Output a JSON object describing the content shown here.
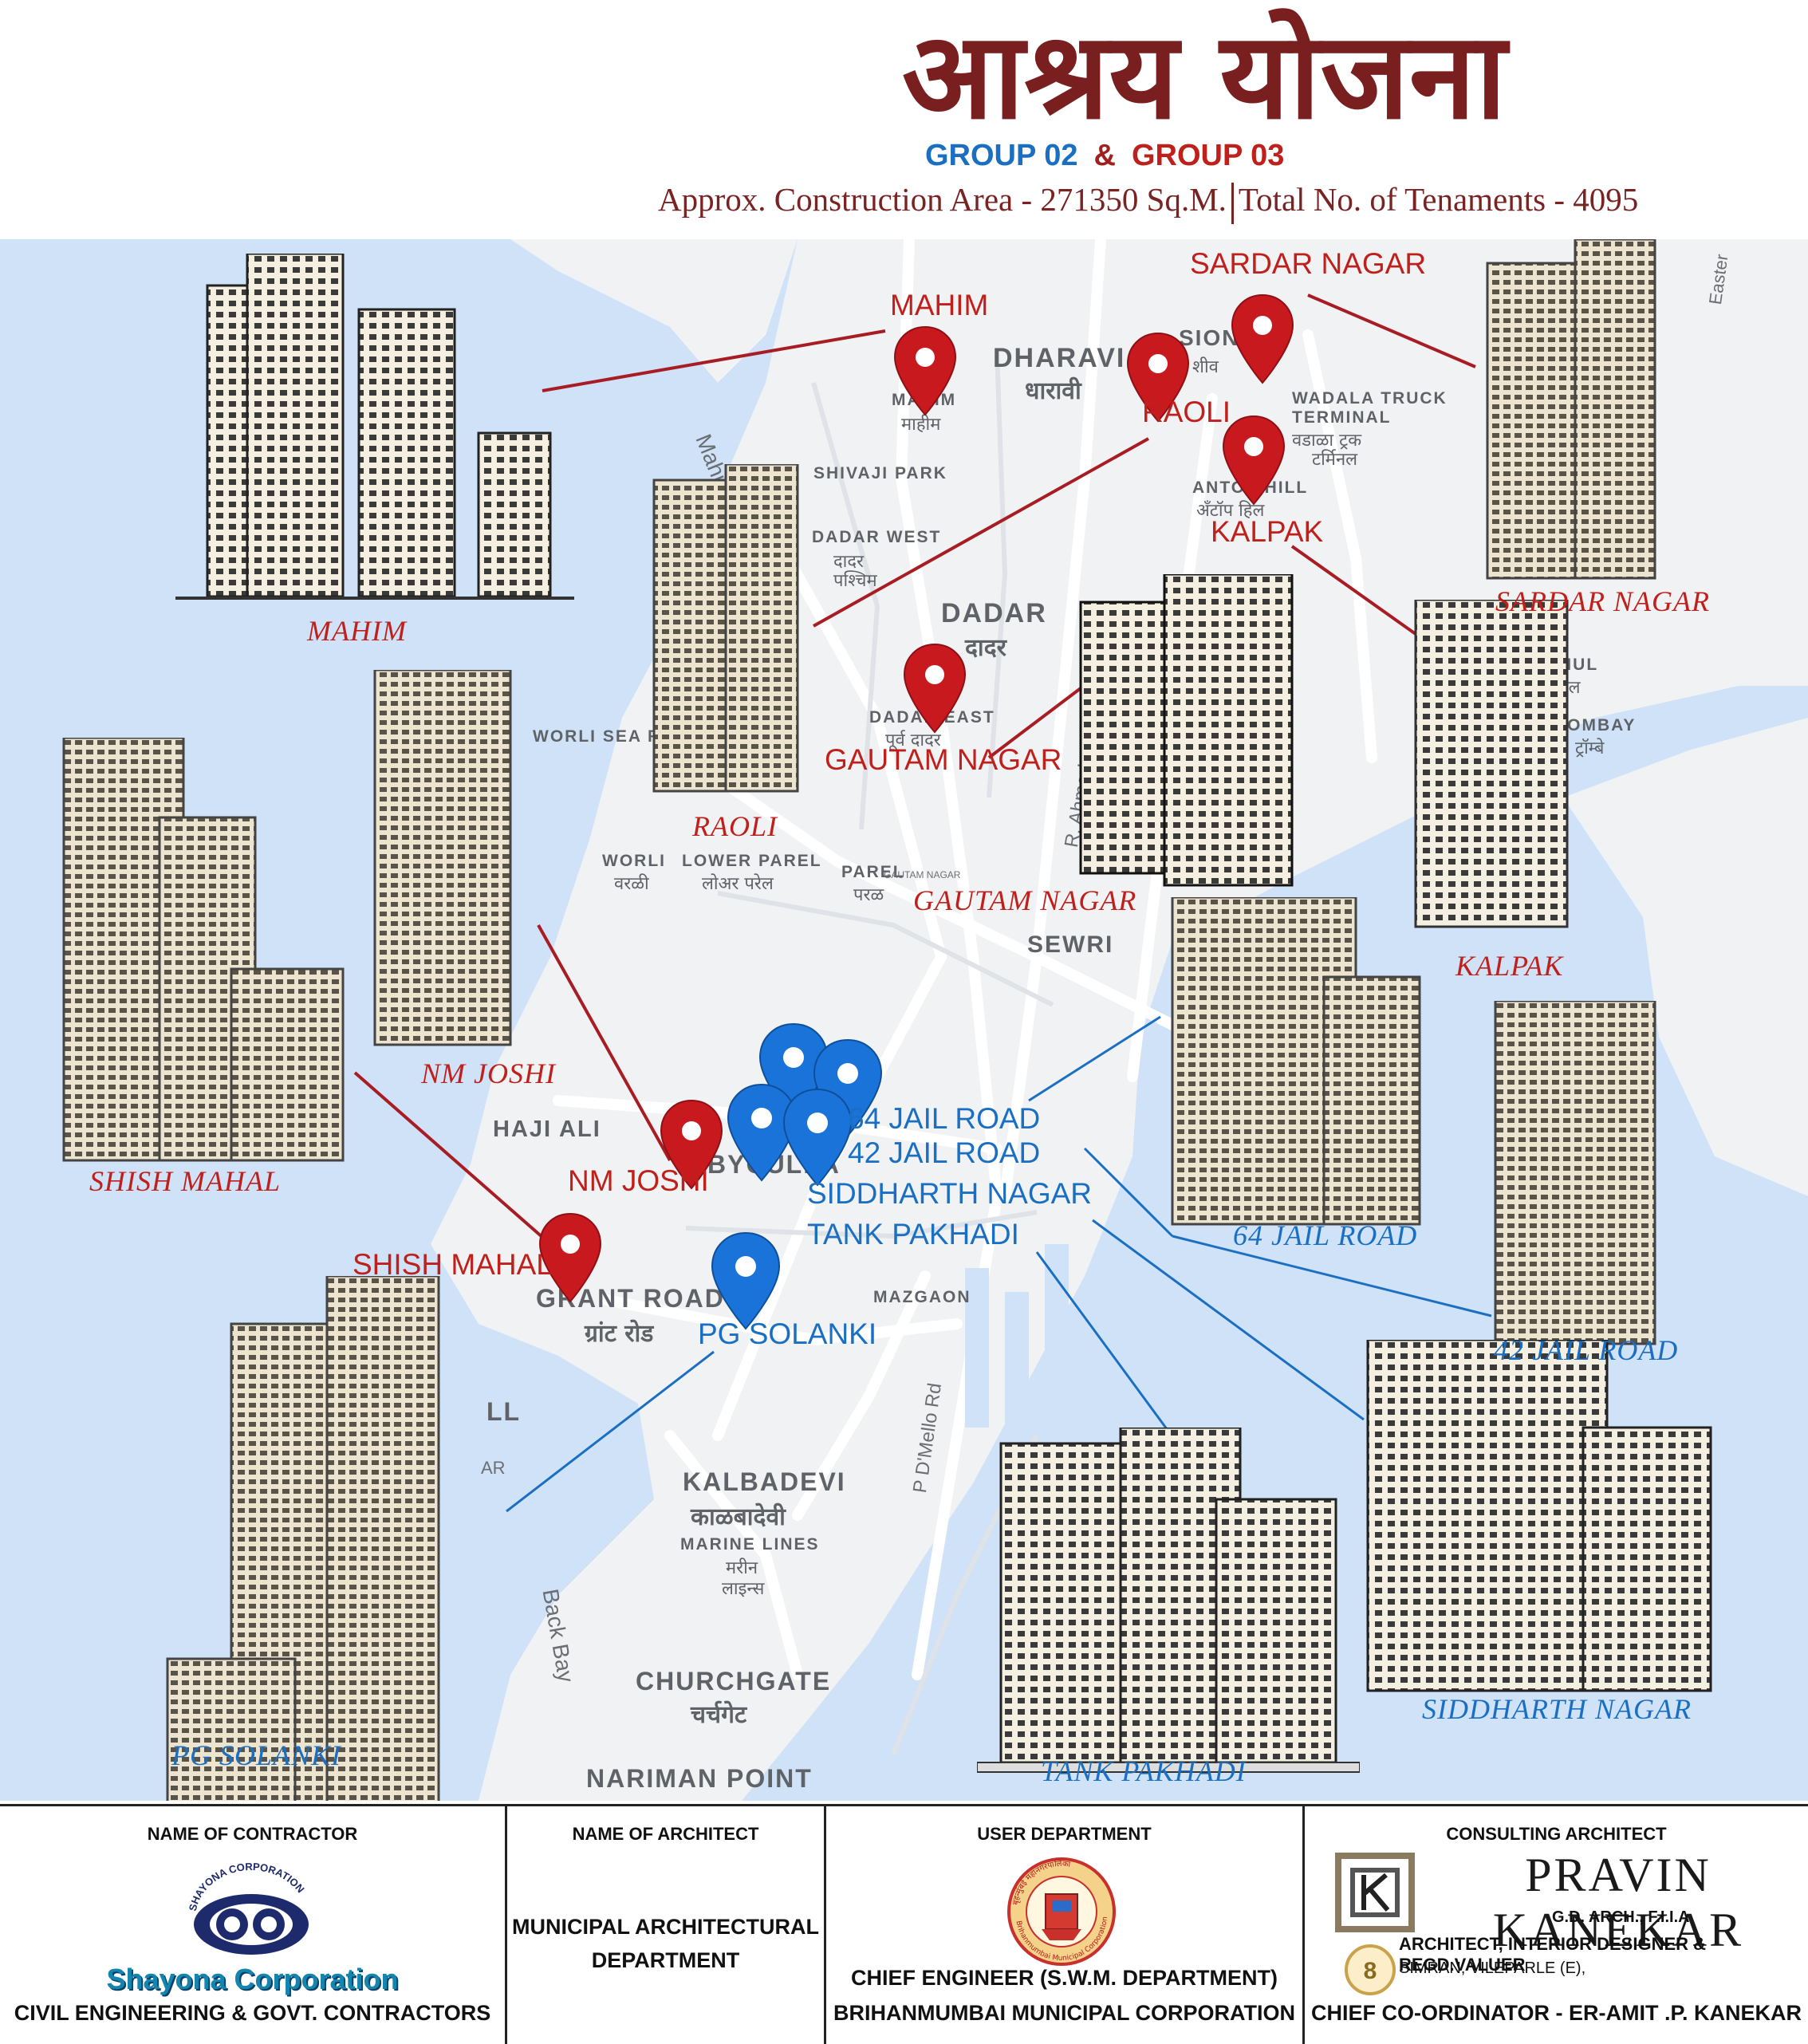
{
  "title": "आश्रय योजना",
  "groups": {
    "group_a": "GROUP 02",
    "amp": "&",
    "group_b": "GROUP 03"
  },
  "summary": {
    "area": "Approx. Construction Area - 271350 Sq.M.",
    "tenaments": "Total No. of Tenaments - 4095"
  },
  "map": {
    "places": {
      "dharavi": "DHARAVI",
      "dharavi_dev": "धारावी",
      "sion": "SION",
      "sion_dev": "शीव",
      "mahim": "MAHIM",
      "mahim_dev": "माहीम",
      "mahim_bay": "Mahim Bay",
      "shivaji_park": "SHIVAJI PARK",
      "dadar_west": "DADAR WEST",
      "dadar_west_dev1": "दादर",
      "dadar_west_dev2": "पश्चिम",
      "dadar": "DADAR",
      "dadar_dev": "दादर",
      "dadar_east": "DADAR EAST",
      "dadar_east_dev": "पूर्व दादर",
      "wadala_truck": "WADALA TRUCK",
      "terminal": "TERMINAL",
      "wadala_dev1": "वडाळा ट्रक",
      "wadala_dev2": "टर्मिनल",
      "antop_hill": "ANTOP HILL",
      "antop_hill_dev": "अँटॉप हिल",
      "worli_sea": "WORLI SEA F",
      "worli": "WORLI",
      "worli_dev": "वरळी",
      "lower_parel": "LOWER PAREL",
      "lower_parel_dev": "लोअर परेल",
      "parel": "PAREL",
      "parel_dev": "परळ",
      "gautam_small": "GAUTAM NAGAR",
      "sewri": "SEWRI",
      "haji_ali": "HAJI ALI",
      "byculla": "BYCULLA",
      "grant_road": "GRANT ROAD",
      "grant_road_dev": "ग्रांट रोड",
      "mazgaon": "MAZGAON",
      "kalbadevi": "KALBADEVI",
      "kalbadevi_dev": "काळबादेवी",
      "marine_lines": "MARINE LINES",
      "marine_lines_dev1": "मरीन",
      "marine_lines_dev2": "लाइन्स",
      "churchgate": "CHURCHGATE",
      "churchgate_dev": "चर्चगेट",
      "nariman_point": "NARIMAN POINT",
      "back_bay": "Back Bay",
      "pdmello": "P D'Mello Rd",
      "ahmed": "R. Ahmed",
      "eastern": "Easter",
      "bhul": "HUL",
      "bhul_dev": "हुल",
      "bombay": "ROMBAY",
      "bombay_dev": "ट्रॉम्बे",
      "partial_ll": "LL",
      "partial_ar": "AR"
    },
    "sites_red": {
      "mahim": "MAHIM",
      "sardar_nagar": "SARDAR NAGAR",
      "raoli": "RAOLI",
      "kalpak": "KALPAK",
      "gautam_nagar": "GAUTAM NAGAR",
      "nm_joshi": "NM JOSHI",
      "shish_mahal": "SHISH MAHAL"
    },
    "sites_blue": {
      "jail64": "64 JAIL ROAD",
      "jail42": "42 JAIL ROAD",
      "siddharth": "SIDDHARTH NAGAR",
      "tank": "TANK PAKHADI",
      "pg_solanki": "PG SOLANKI"
    },
    "captions": {
      "mahim": "MAHIM",
      "sardar_nagar": "SARDAR NAGAR",
      "raoli": "RAOLI",
      "gautam_nagar": "GAUTAM NAGAR",
      "kalpak": "KALPAK",
      "nm_joshi": "NM JOSHI",
      "shish_mahal": "SHISH MAHAL",
      "jail64": "64 JAIL ROAD",
      "jail42": "42 JAIL ROAD",
      "pg_solanki": "PG SOLANKI",
      "tank": "TANK PAKHADI",
      "siddharth": "SIDDHARTH NAGAR"
    },
    "colors": {
      "water": "#cfe2f8",
      "land": "#f1f2f4",
      "road": "#ffffff",
      "red_pin": "#c8191f",
      "blue_pin": "#1a73d9",
      "red_line": "#a81d24",
      "blue_line": "#1b6fc2"
    }
  },
  "footer": {
    "contractor": {
      "heading": "NAME OF CONTRACTOR",
      "logo_arc": "SHAYONA CORPORATION",
      "name": "Shayona Corporation",
      "sub": "CIVIL ENGINEERING & GOVT. CONTRACTORS"
    },
    "architect": {
      "heading": "NAME OF ARCHITECT",
      "line1": "MUNICIPAL ARCHITECTURAL",
      "line2": "DEPARTMENT"
    },
    "user_dept": {
      "heading": "USER DEPARTMENT",
      "seal_arc_top": "बृहन्मुंबई महानगरपालिका",
      "seal_arc_bottom": "Brihanmumbai Municipal Corporation",
      "line1": "CHIEF ENGINEER (S.W.M. DEPARTMENT)",
      "line2": "BRIHANMUMBAI MUNICIPAL CORPORATION"
    },
    "consultant": {
      "heading": "CONSULTING ARCHITECT",
      "name": "PRAVIN KANEKAR",
      "degree": "G.D. ARCH., F.I.I.A",
      "line1": "ARCHITECT, INTERIOR DESIGNER & REGD.VALUER",
      "line2": "SIMRAN, VILEPARLE (E),",
      "badge": "8",
      "coordinator": "CHIEF CO-ORDINATOR - ER-AMIT .P. KANEKAR"
    }
  }
}
